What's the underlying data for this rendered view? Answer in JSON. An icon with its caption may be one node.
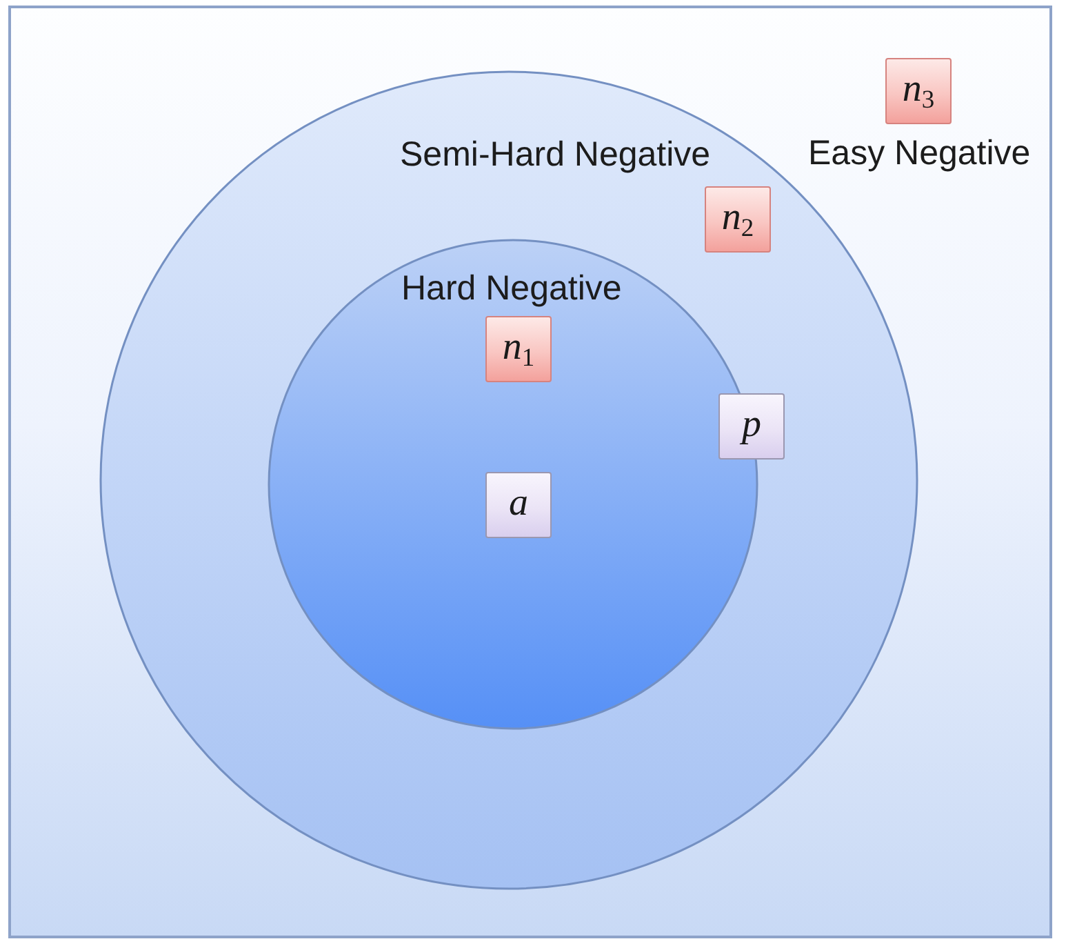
{
  "diagram": {
    "nodes": [
      {
        "text": [
          "Easy Negative"
        ]
      },
      {
        "text": [
          "Semi-Hard Negative"
        ],
        "in": 0
      },
      {
        "text": [
          "Hard Negative"
        ],
        "in": 1
      },
      {
        "text": [
          "n$_{3}$"
        ],
        "in": 0
      },
      {
        "text": [
          "n$_{2}$"
        ],
        "in": 1
      },
      {
        "text": [
          "n$_{1}$"
        ],
        "in": 2
      },
      {
        "text": [
          "p"
        ],
        "in": 1
      },
      {
        "text": [
          "a"
        ],
        "in": 2
      }
    ]
  }
}
